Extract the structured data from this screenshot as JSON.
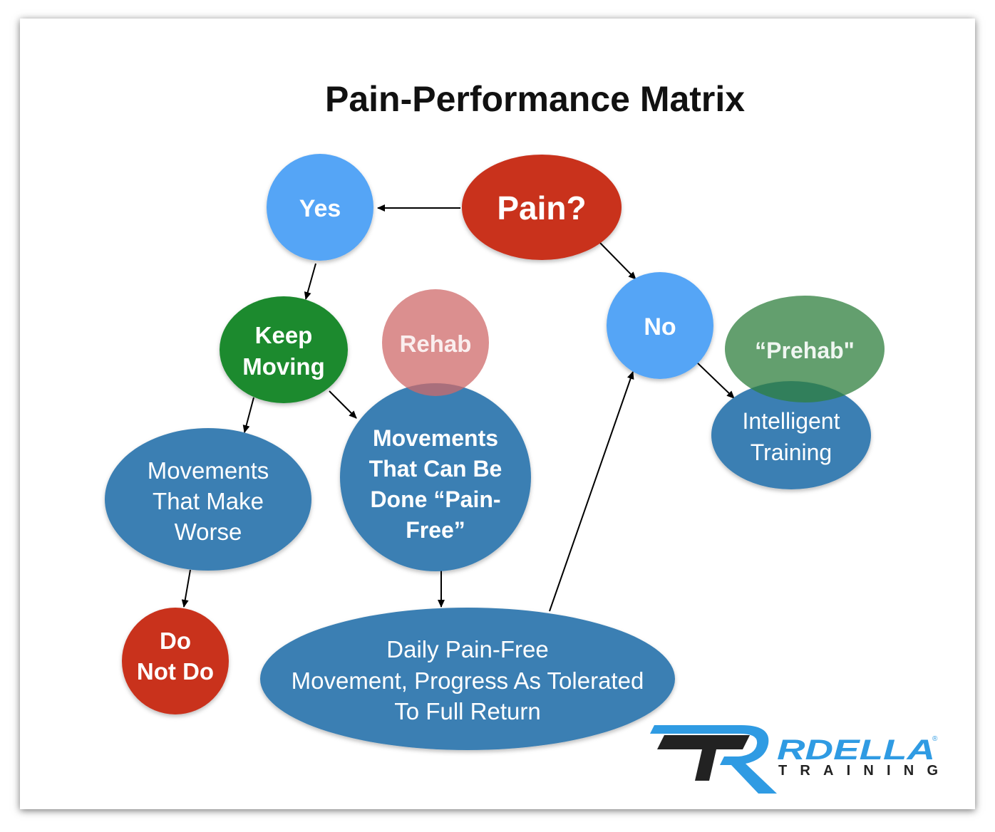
{
  "title": "Pain-Performance Matrix",
  "colors": {
    "blue_node": "#54a5f6",
    "dark_blue_node": "#3a7fb3",
    "red_node": "#c9301f",
    "green_node": "#1b8a2e",
    "rehab_node": "#d98585",
    "prehab_node": "#5c9a66",
    "logo_blue": "#2f9be3",
    "logo_dark": "#222222"
  },
  "nodes": {
    "pain": {
      "lines": [
        "Pain?"
      ]
    },
    "yes": {
      "lines": [
        "Yes"
      ]
    },
    "no": {
      "lines": [
        "No"
      ]
    },
    "keep_moving": {
      "lines": [
        "Keep",
        "Moving"
      ]
    },
    "rehab": {
      "lines": [
        "Rehab"
      ]
    },
    "prehab": {
      "lines": [
        "“Prehab\""
      ]
    },
    "intelligent_training": {
      "lines": [
        "Intelligent",
        "Training"
      ]
    },
    "movements_worse": {
      "lines": [
        "Movements",
        "That Make",
        "Worse"
      ]
    },
    "movements_pain_free": {
      "lines": [
        "Movements",
        "That Can Be",
        "Done “Pain-",
        "Free”"
      ]
    },
    "do_not_do": {
      "lines": [
        "Do",
        "Not Do"
      ]
    },
    "daily": {
      "lines": [
        "Daily Pain-Free",
        "Movement, Progress As Tolerated",
        "To Full Return"
      ]
    }
  },
  "logo": {
    "monogram": "R",
    "wordmark": "RDELLA",
    "registered": "®",
    "subtitle": "TRAINING"
  }
}
